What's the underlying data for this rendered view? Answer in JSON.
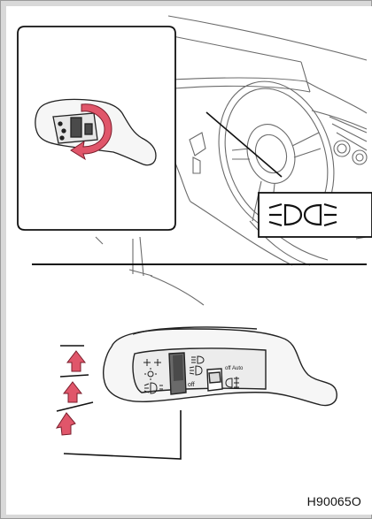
{
  "figure": {
    "code": "H90065O",
    "lamp_symbol": "⩵DO⩶",
    "lever_labels": {
      "off_main": "off",
      "off_aux": "off",
      "auto": "Auto"
    }
  },
  "colors": {
    "arrow_red": "#e0566a",
    "arrow_outline": "#7a1e2c",
    "line": "#111111",
    "lever_fill": "#f6f6f6"
  }
}
